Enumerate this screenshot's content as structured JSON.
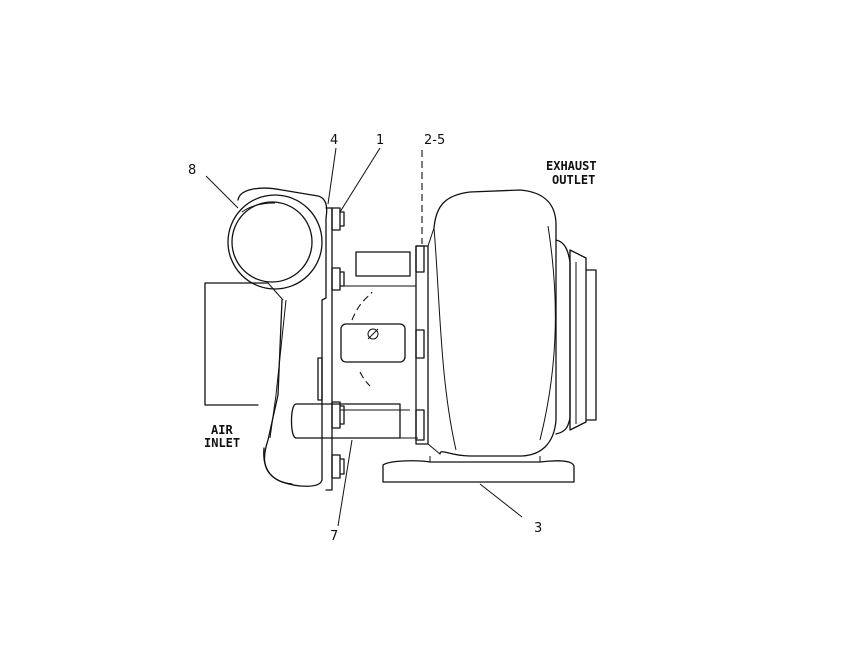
{
  "callouts": {
    "c1": "1",
    "c2_5": "2-5",
    "c3": "3",
    "c4": "4",
    "c7": "7",
    "c8": "8"
  },
  "labels": {
    "exhaust_outlet": [
      "EXHAUST",
      "OUTLET"
    ],
    "air_inlet": [
      "AIR",
      "INLET"
    ]
  },
  "colors": {
    "ink": "#111111",
    "paper": "#ffffff"
  }
}
